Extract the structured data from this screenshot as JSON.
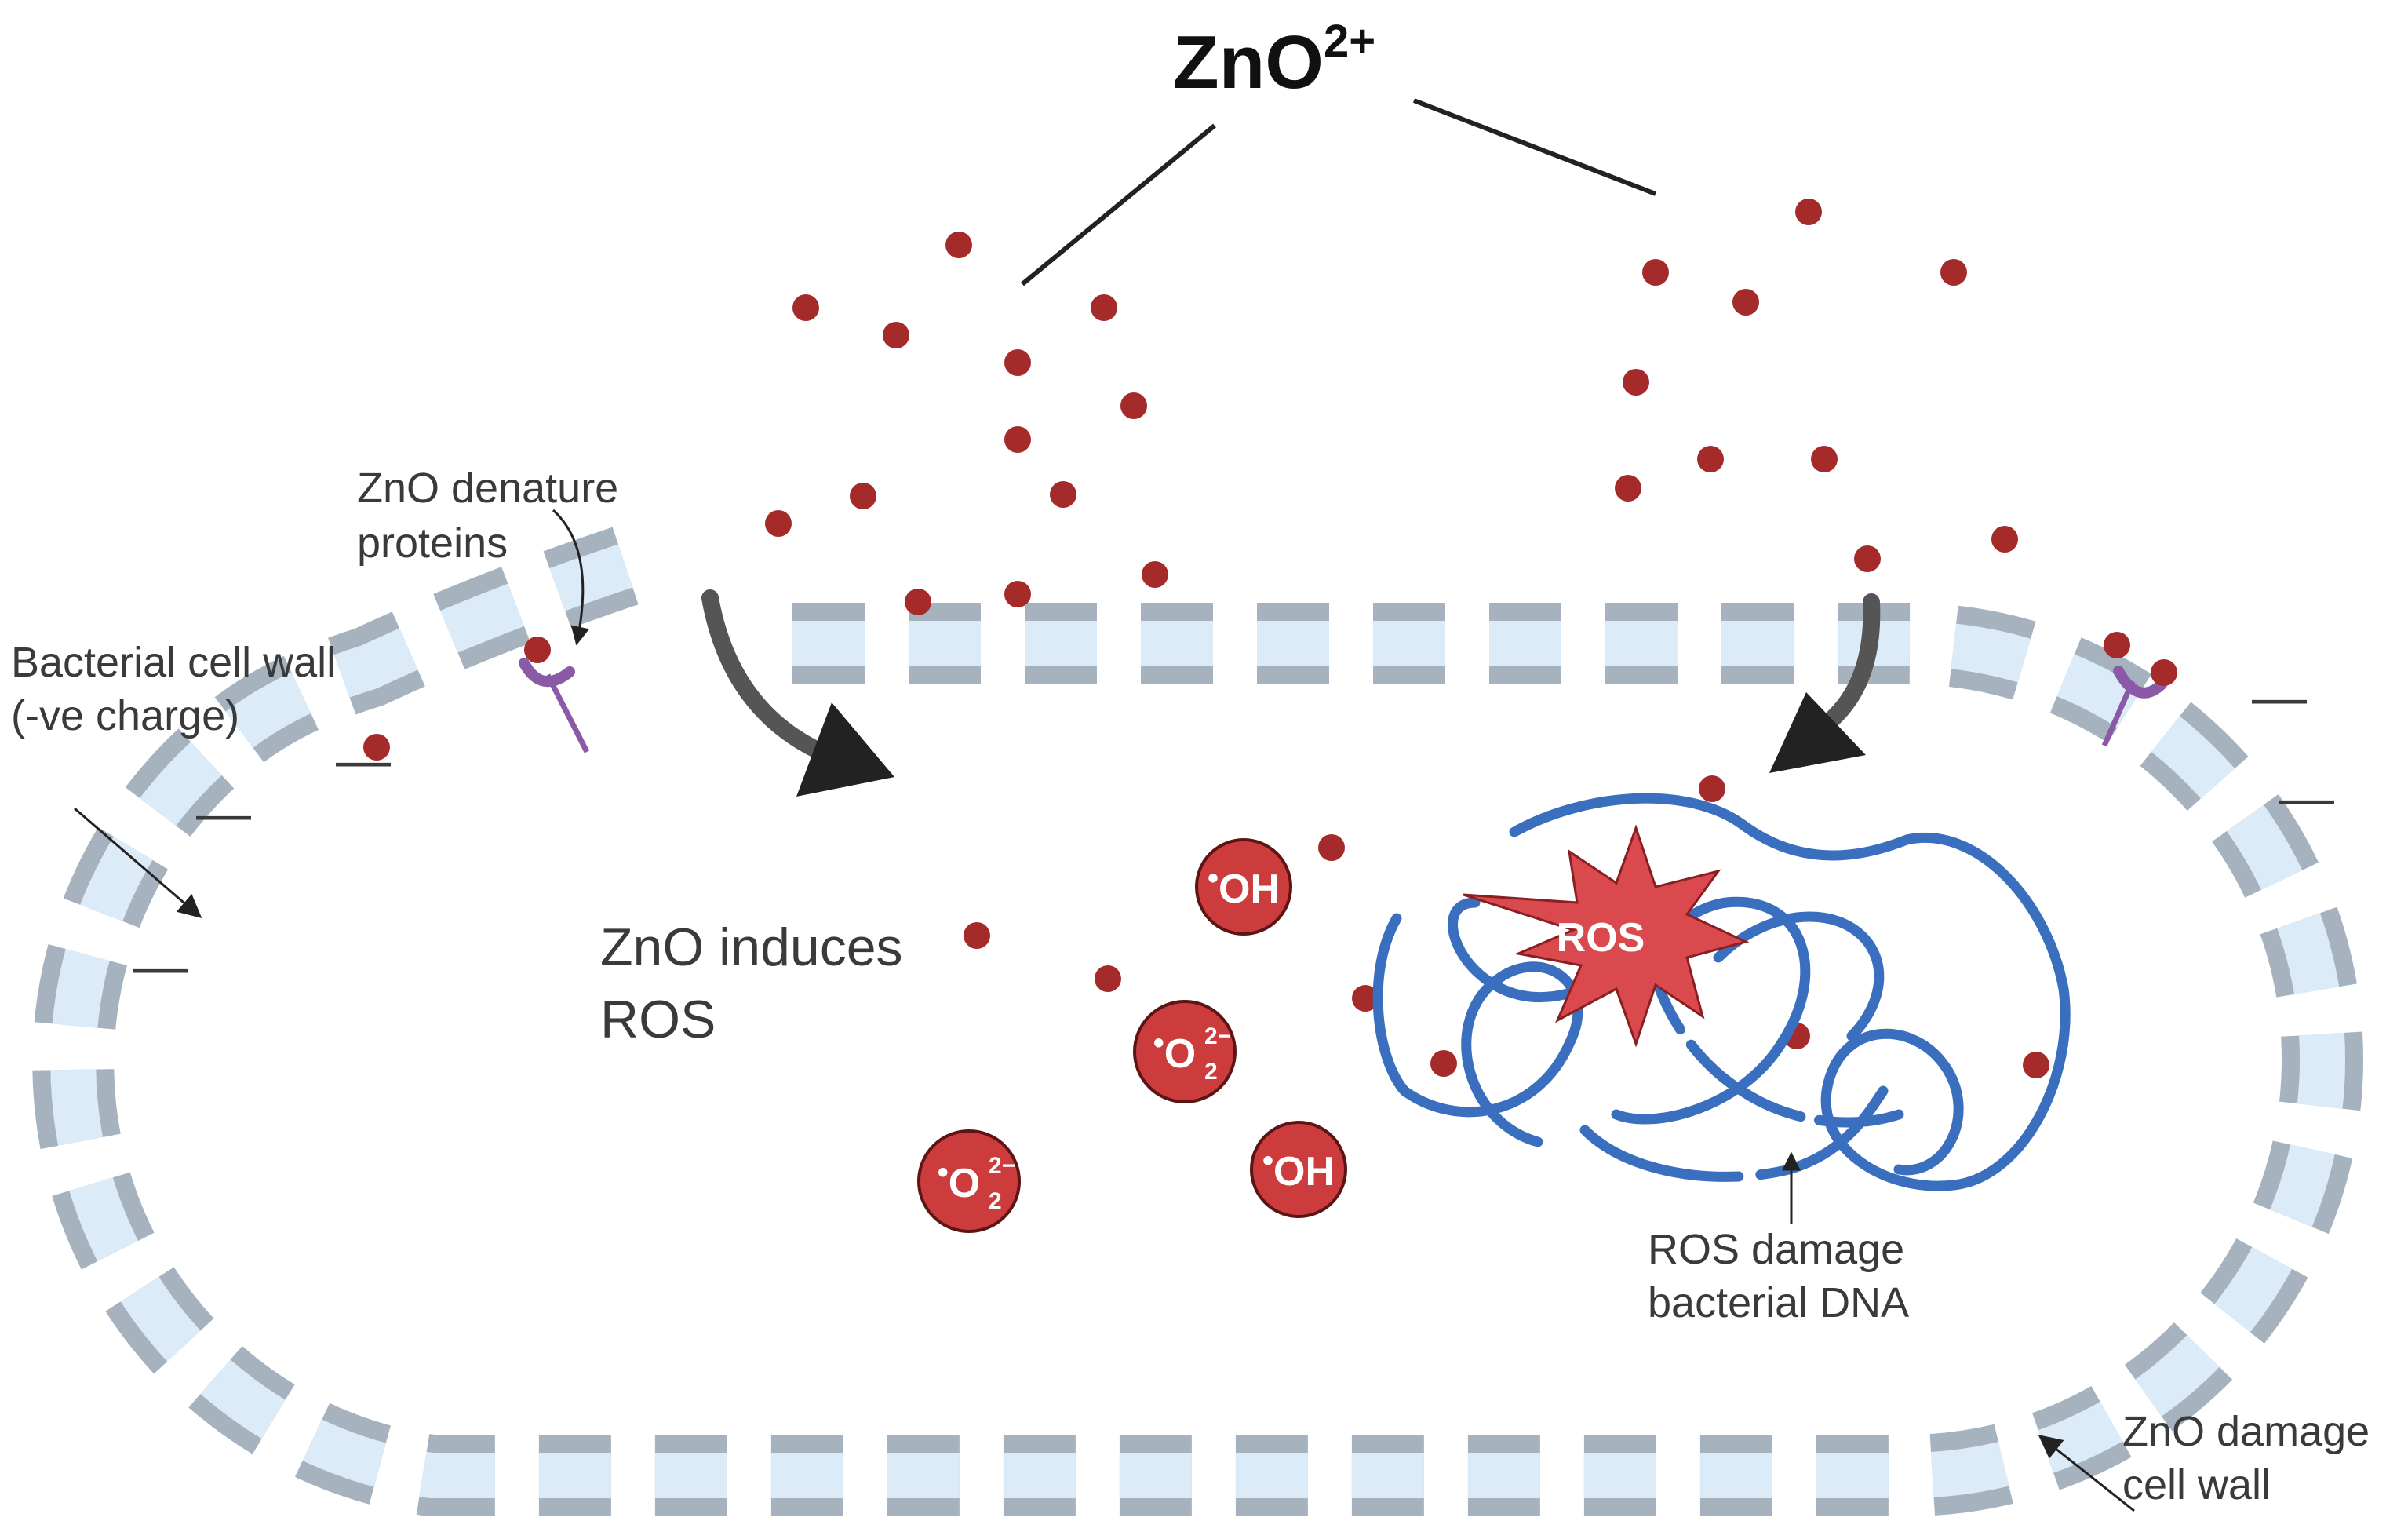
{
  "title": {
    "main": "ZnO",
    "superscript": "2+"
  },
  "labels": {
    "denature_line1": "ZnO denature",
    "denature_line2": "proteins",
    "wall_line1": "Bacterial cell wall",
    "wall_line2": "(-ve charge)",
    "induces_line1": "ZnO induces",
    "induces_line2": "ROS",
    "dna_line1": "ROS damage",
    "dna_line2": "bacterial DNA",
    "damage_line1": "ZnO damage",
    "damage_line2": "cell wall"
  },
  "ros_burst_label": "ROS",
  "ions": {
    "oh_text": "OH",
    "o2_text": "O",
    "o2_sup": "2−",
    "o2_sub": "2",
    "radical_dot": "•"
  },
  "charge_sign": "—",
  "colors": {
    "nanoparticle": "#a52a2a",
    "ion_fill": "#cc3c3c",
    "ros_star": "#d9494e",
    "dna": "#3a6fbf",
    "membrane_dark": "#a6b3bf",
    "membrane_light": "#dcebf8",
    "protein": "#8a5aa6"
  }
}
